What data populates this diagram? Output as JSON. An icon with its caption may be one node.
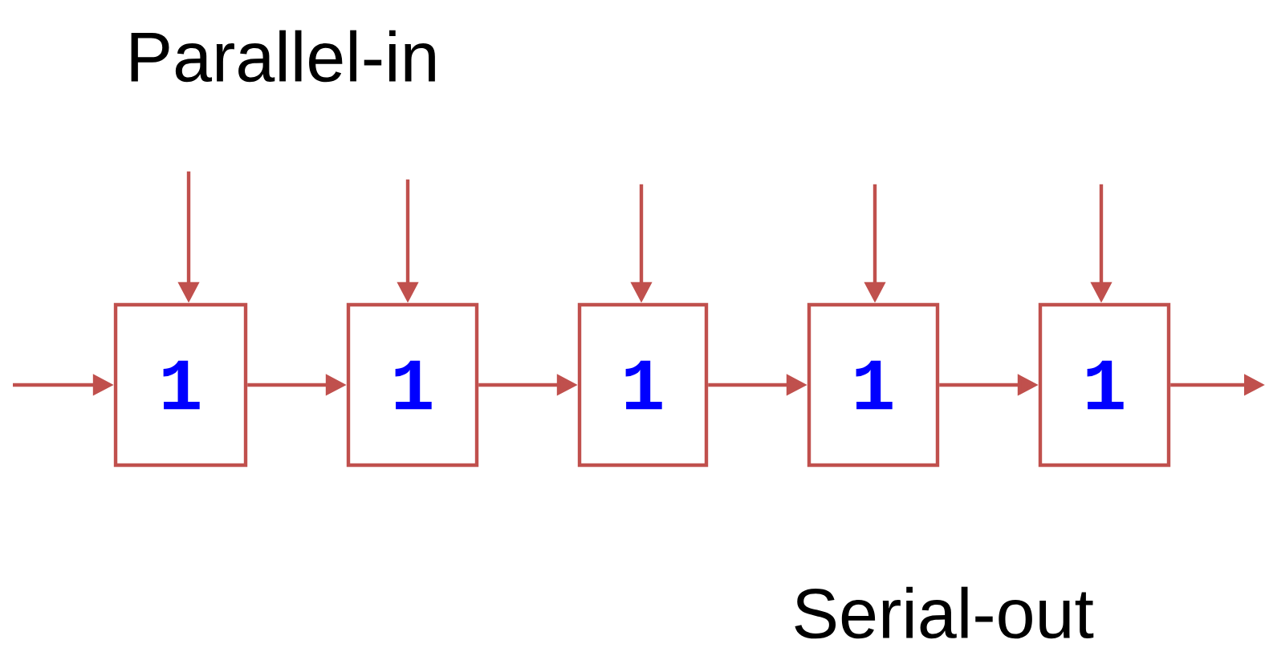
{
  "diagram": {
    "nodes": [
      {
        "text": [
          "1"
        ]
      },
      {
        "text": [
          "1"
        ]
      },
      {
        "text": [
          "1"
        ]
      },
      {
        "text": [
          "1"
        ]
      },
      {
        "text": [
          "1"
        ]
      }
    ],
    "edges": [
      {
        "from": null,
        "to": 0,
        "arrow": "to"
      },
      {
        "from": 0,
        "to": 1,
        "arrow": "to"
      },
      {
        "from": 1,
        "to": 2,
        "arrow": "to"
      },
      {
        "from": 2,
        "to": 3,
        "arrow": "to"
      },
      {
        "from": 3,
        "to": 4,
        "arrow": "to"
      },
      {
        "from": 4,
        "to": null,
        "arrow": "to"
      },
      {
        "from": null,
        "to": 0,
        "arrow": "to"
      },
      {
        "from": null,
        "to": 1,
        "arrow": "to"
      },
      {
        "from": null,
        "to": 2,
        "arrow": "to"
      },
      {
        "from": null,
        "to": 3,
        "arrow": "to"
      },
      {
        "from": null,
        "to": 4,
        "arrow": "to"
      }
    ],
    "labels": [
      "Parallel-in",
      "Serial-out"
    ]
  }
}
